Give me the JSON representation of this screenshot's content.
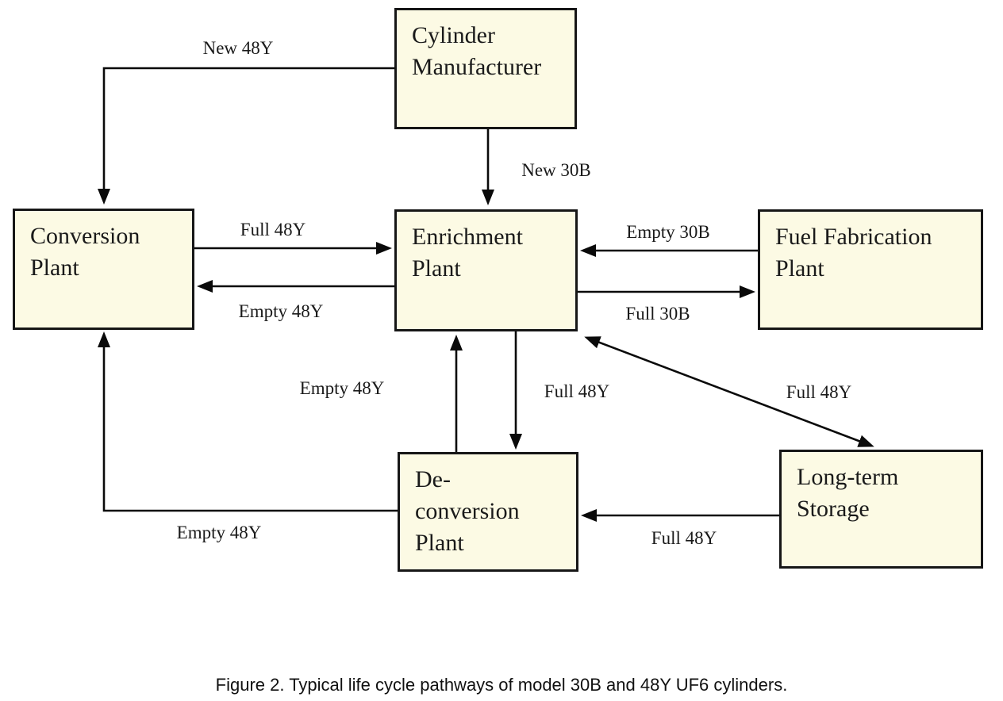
{
  "diagram": {
    "caption": "Figure 2. Typical life cycle pathways of model 30B and 48Y UF6 cylinders.",
    "colors": {
      "background": "#ffffff",
      "box_fill": "#fcfae4",
      "box_border": "#161616",
      "arrow": "#0a0a0a",
      "text": "#1a1a1a"
    },
    "nodes": {
      "cylinder_manufacturer": {
        "label": "Cylinder Manufacturer",
        "lines": [
          "Cylinder",
          "Manufacturer"
        ]
      },
      "conversion_plant": {
        "label": "Conversion Plant",
        "lines": [
          "Conversion",
          "Plant"
        ]
      },
      "enrichment_plant": {
        "label": "Enrichment Plant",
        "lines": [
          "Enrichment",
          "Plant"
        ]
      },
      "fuel_fabrication_plant": {
        "label": "Fuel Fabrication Plant",
        "lines": [
          "Fuel Fabrication",
          "Plant"
        ]
      },
      "deconversion_plant": {
        "label": "De-conversion Plant",
        "lines": [
          "De-",
          "conversion",
          "Plant"
        ]
      },
      "long_term_storage": {
        "label": "Long-term Storage",
        "lines": [
          "Long-term",
          "Storage"
        ]
      }
    },
    "edges": [
      {
        "label": "New 48Y",
        "from": "cylinder_manufacturer",
        "to": "conversion_plant"
      },
      {
        "label": "New 30B",
        "from": "cylinder_manufacturer",
        "to": "enrichment_plant"
      },
      {
        "label": "Full 48Y",
        "from": "conversion_plant",
        "to": "enrichment_plant"
      },
      {
        "label": "Empty 48Y",
        "from": "enrichment_plant",
        "to": "conversion_plant"
      },
      {
        "label": "Empty 30B",
        "from": "fuel_fabrication_plant",
        "to": "enrichment_plant"
      },
      {
        "label": "Full 30B",
        "from": "enrichment_plant",
        "to": "fuel_fabrication_plant"
      },
      {
        "label": "Empty 48Y",
        "from": "deconversion_plant",
        "to": "enrichment_plant"
      },
      {
        "label": "Full 48Y",
        "from": "enrichment_plant",
        "to": "deconversion_plant"
      },
      {
        "label": "Full 48Y",
        "from": "enrichment_plant",
        "to": "long_term_storage",
        "bidirectional": true
      },
      {
        "label": "Full 48Y",
        "from": "long_term_storage",
        "to": "deconversion_plant"
      },
      {
        "label": "Empty 48Y",
        "from": "deconversion_plant",
        "to": "conversion_plant"
      }
    ]
  }
}
